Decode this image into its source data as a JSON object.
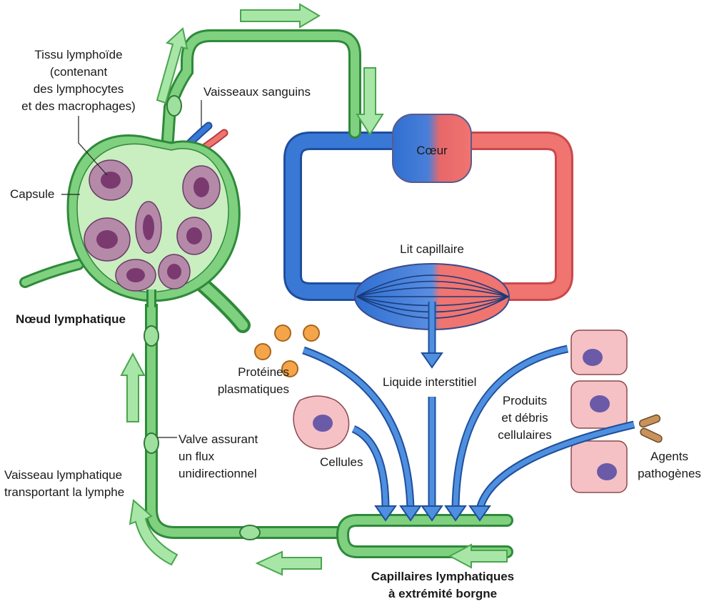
{
  "labels": {
    "lymphoid_tissue_1": "Tissu lymphoïde",
    "lymphoid_tissue_2": "(contenant",
    "lymphoid_tissue_3": "des lymphocytes",
    "lymphoid_tissue_4": "et des macrophages)",
    "capsule": "Capsule",
    "blood_vessels": "Vaisseaux sanguins",
    "heart": "Cœur",
    "capillary_bed": "Lit capillaire",
    "lymph_node": "Nœud lymphatique",
    "plasma_proteins_1": "Protéines",
    "plasma_proteins_2": "plasmatiques",
    "interstitial_fluid": "Liquide interstitiel",
    "cell_products_1": "Produits",
    "cell_products_2": "et débris",
    "cell_products_3": "cellulaires",
    "cells": "Cellules",
    "pathogens_1": "Agents",
    "pathogens_2": "pathogènes",
    "valve_1": "Valve assurant",
    "valve_2": "un flux",
    "valve_3": "unidirectionnel",
    "lymph_vessel_1": "Vaisseau lymphatique",
    "lymph_vessel_2": "transportant la lymphe",
    "lymph_capillaries_1": "Capillaires lymphatiques",
    "lymph_capillaries_2": "à extrémité borgne"
  },
  "colors": {
    "lymph_green": "#7fd07f",
    "vein_blue": "#3a78d6",
    "artery_red": "#f07470",
    "follicle_purple": "#b48aa8",
    "cell_pink": "#f5c1c4"
  }
}
